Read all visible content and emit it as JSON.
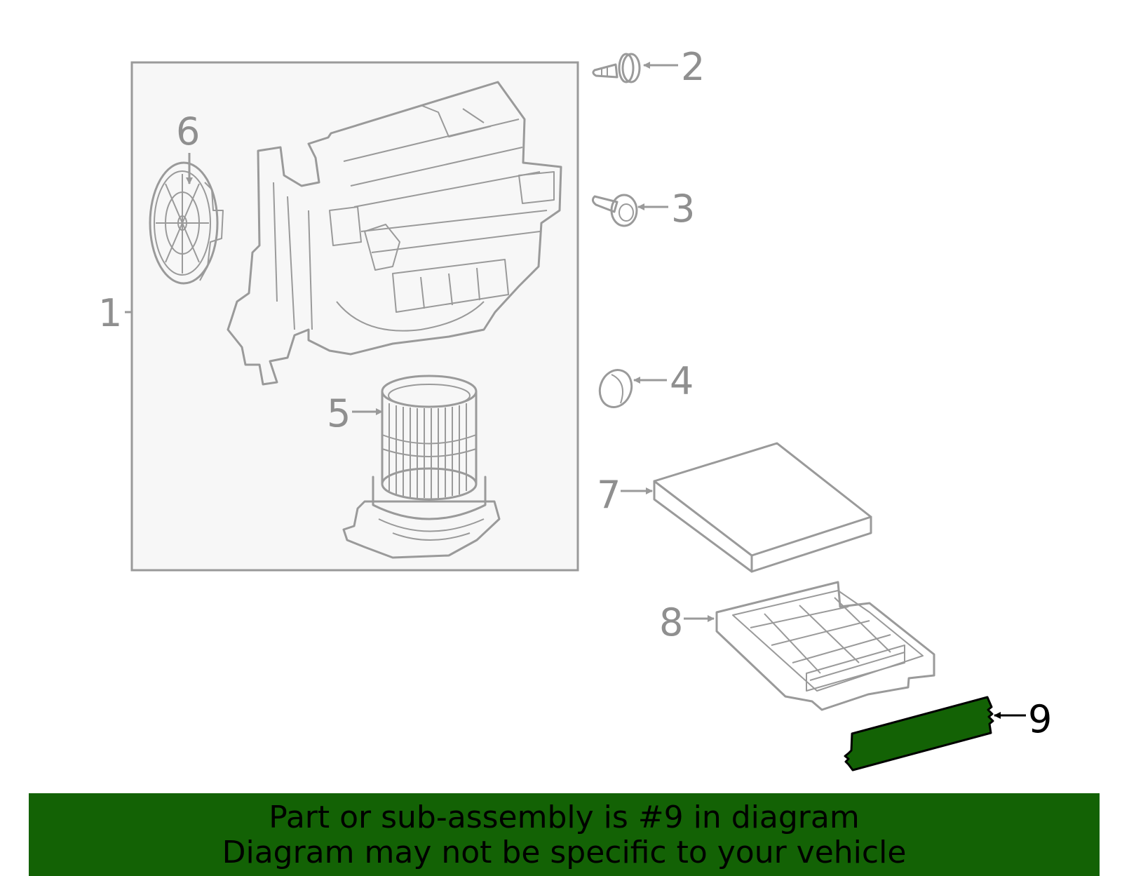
{
  "diagram": {
    "callouts": [
      {
        "id": "1",
        "label": "1"
      },
      {
        "id": "2",
        "label": "2"
      },
      {
        "id": "3",
        "label": "3"
      },
      {
        "id": "4",
        "label": "4"
      },
      {
        "id": "5",
        "label": "5"
      },
      {
        "id": "6",
        "label": "6"
      },
      {
        "id": "7",
        "label": "7"
      },
      {
        "id": "8",
        "label": "8"
      },
      {
        "id": "9",
        "label": "9"
      }
    ],
    "highlighted_part": "9",
    "highlight_color": "#136205",
    "line_color": "#9a9a9a"
  },
  "banner": {
    "line1": "Part or sub-assembly is #9 in diagram",
    "line2": "Diagram may not be specific to your vehicle",
    "background_color": "#136205"
  }
}
